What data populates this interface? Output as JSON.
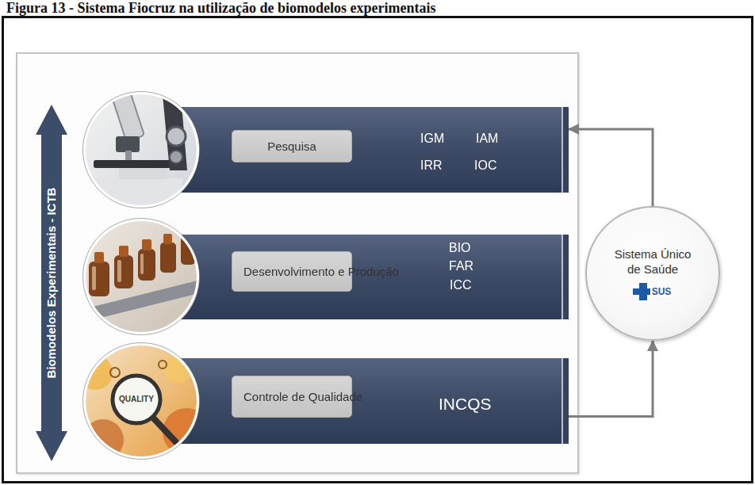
{
  "diagram": {
    "title": "Figura 13 - Sistema Fiocruz na utilização de biomodelos experimentais",
    "nodes": [
      {
        "text": [
          "Biomodelos Experimentais - ICTB"
        ]
      },
      {
        "text": [
          "IGM",
          "IAM",
          "IRR",
          "IOC"
        ]
      },
      {
        "text": [
          "Pesquisa"
        ],
        "in": 1
      },
      {
        "text": [
          "BIO",
          "FAR",
          "ICC"
        ]
      },
      {
        "text": [
          "Desenvolvimento e Produção"
        ],
        "in": 3
      },
      {
        "text": [
          "INCQS"
        ]
      },
      {
        "text": [
          "Controle de Qualidade"
        ],
        "in": 5
      },
      {
        "text": [
          "Sistema Único de Saúde",
          "SUS"
        ]
      }
    ],
    "edges": [
      {
        "from": 5,
        "to": 7,
        "arrow": "to"
      },
      {
        "from": 7,
        "to": 1,
        "arrow": "to"
      }
    ],
    "labels": [
      "QUALITY"
    ]
  }
}
